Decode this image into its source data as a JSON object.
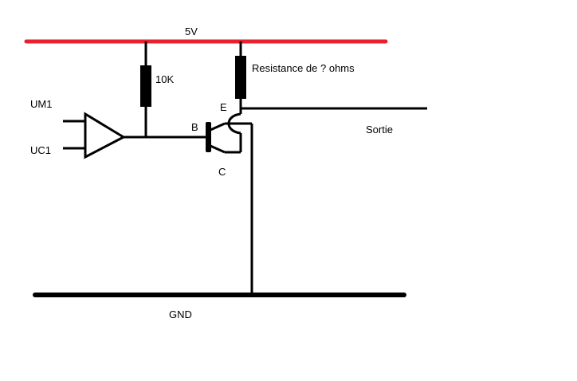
{
  "colors": {
    "supply_rail": "#e8212f",
    "wire": "#000000",
    "background": "#ffffff"
  },
  "labels": {
    "supply": "5V",
    "resistor_base": "10K",
    "resistor_load": "Resistance de ? ohms",
    "input_1": "UM1",
    "input_2": "UC1",
    "emitter": "E",
    "base": "B",
    "collector": "C",
    "output": "Sortie",
    "ground": "GND"
  }
}
